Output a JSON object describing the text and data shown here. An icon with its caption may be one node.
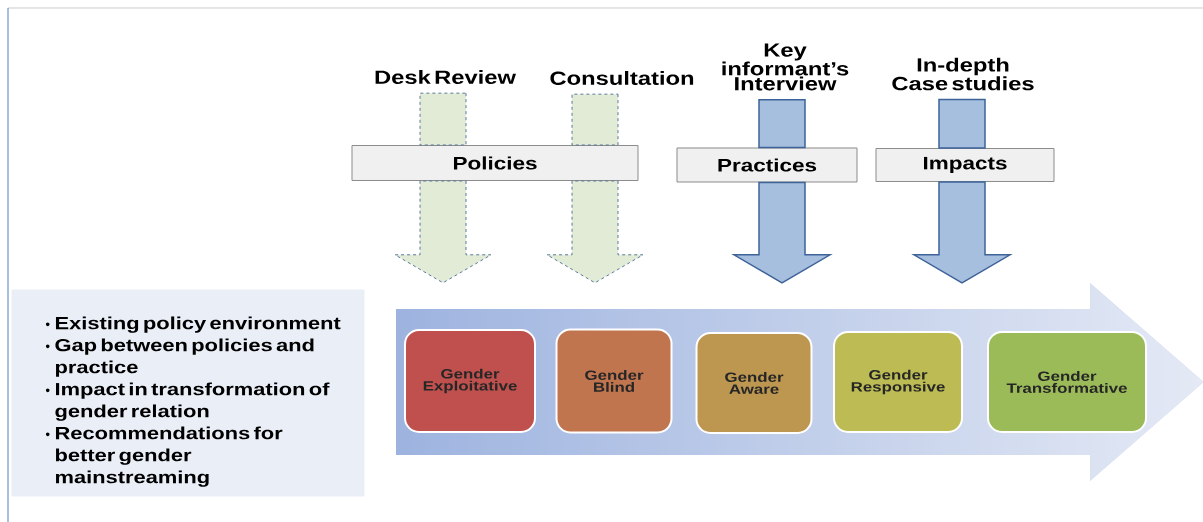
{
  "diagram": {
    "nodes": [
      {
        "text": [
          "Desk Review"
        ]
      },
      {
        "text": [
          "Consultation"
        ]
      },
      {
        "text": [
          "Key informant’s Interview"
        ]
      },
      {
        "text": [
          "In-depth Case studies"
        ]
      },
      {
        "text": [
          "Policies"
        ]
      },
      {
        "text": [
          "Practices"
        ]
      },
      {
        "text": [
          "Impacts"
        ]
      },
      {
        "text": [
          "Existing policy environment",
          "Gap between policies and practice",
          "Impact in transformation of gender relation",
          "Recommendations for better gender mainstreaming"
        ]
      },
      {
        "text": [],
        "shape": "arrow"
      },
      {
        "text": [
          "Gender Exploitative"
        ],
        "in": 8
      },
      {
        "text": [
          "Gender Blind"
        ],
        "in": 8
      },
      {
        "text": [
          "Gender Aware"
        ],
        "in": 8
      },
      {
        "text": [
          "Gender Responsive"
        ],
        "in": 8
      },
      {
        "text": [
          "Gender Transformative"
        ],
        "in": 8
      }
    ],
    "edges": [
      {
        "from": 0,
        "to": 4,
        "arrow": "none",
        "style": "dashed",
        "color": "#e2ebd5"
      },
      {
        "from": 1,
        "to": 4,
        "arrow": "none",
        "style": "dashed",
        "color": "#e2ebd5"
      },
      {
        "from": 2,
        "to": 5,
        "arrow": "none",
        "color": "#a7bfde"
      },
      {
        "from": 3,
        "to": 6,
        "arrow": "none",
        "color": "#a7bfde"
      },
      {
        "from": 4,
        "to": 8,
        "arrow": "to",
        "style": "dashed",
        "color": "#e2ebd5"
      },
      {
        "from": 4,
        "to": 8,
        "arrow": "to",
        "style": "dashed",
        "color": "#e2ebd5"
      },
      {
        "from": 5,
        "to": 8,
        "arrow": "to",
        "color": "#a7bfde"
      },
      {
        "from": 6,
        "to": 8,
        "arrow": "to",
        "color": "#a7bfde"
      }
    ]
  }
}
